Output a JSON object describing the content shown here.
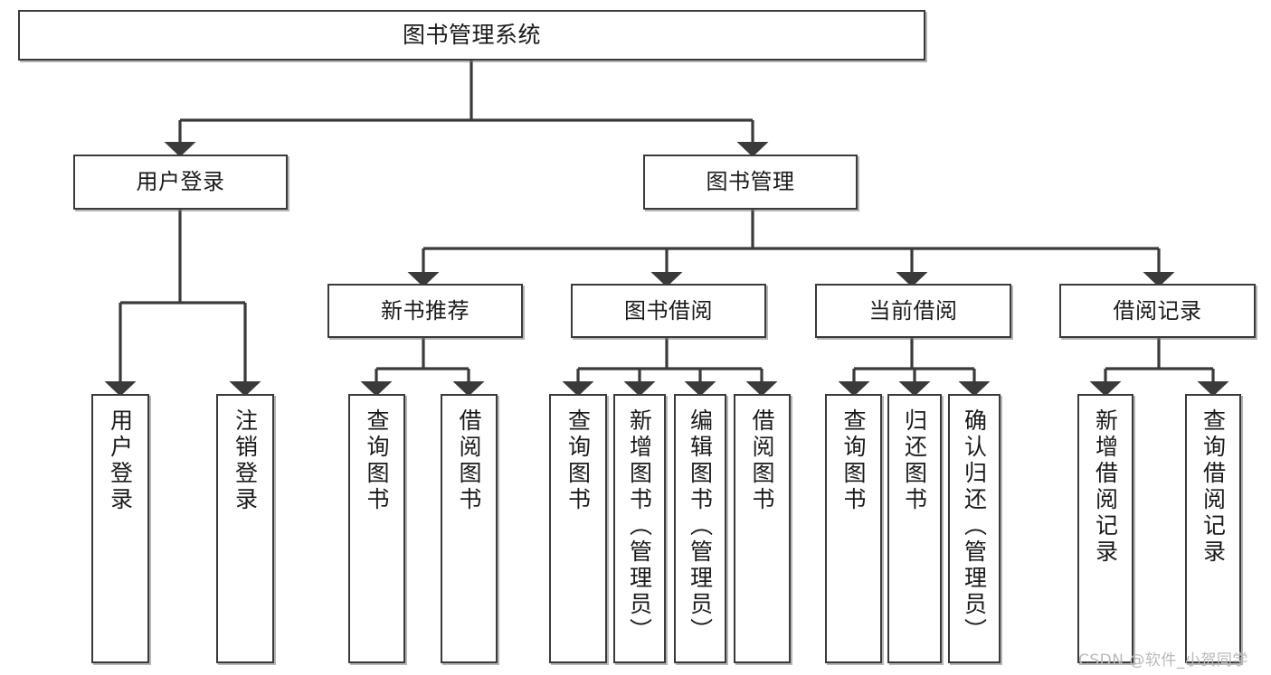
{
  "diagram": {
    "title": "图书管理系统",
    "type": "hierarchy-tree",
    "orientation": "top-down",
    "levels": 4,
    "colors": {
      "box_stroke": "#3a3a3a",
      "box_fill": "#ffffff",
      "edge": "#3a3a3a",
      "background": "#ffffff",
      "watermark": "#b9b9b9"
    }
  },
  "watermark": {
    "text": "CSDN @软件_小贺同学"
  },
  "nodes": {
    "root": {
      "label": "图书管理系统"
    },
    "level2": [
      {
        "id": "user-login",
        "label": "用户登录"
      },
      {
        "id": "book-manage",
        "label": "图书管理"
      }
    ],
    "level3": [
      {
        "id": "new-book-recommend",
        "label": "新书推荐"
      },
      {
        "id": "book-borrow",
        "label": "图书借阅"
      },
      {
        "id": "current-borrow",
        "label": "当前借阅"
      },
      {
        "id": "borrow-record",
        "label": "借阅记录"
      }
    ],
    "leaves": [
      {
        "id": "leaf-user-login",
        "label": "用户登录",
        "parent": "user-login"
      },
      {
        "id": "leaf-user-logout",
        "label": "注销登录",
        "parent": "user-login"
      },
      {
        "id": "leaf-query-book-1",
        "label": "查询图书",
        "parent": "new-book-recommend"
      },
      {
        "id": "leaf-borrow-book-1",
        "label": "借阅图书",
        "parent": "new-book-recommend"
      },
      {
        "id": "leaf-query-book-2",
        "label": "查询图书",
        "parent": "book-borrow"
      },
      {
        "id": "leaf-add-book",
        "label": "新增图书（管理员）",
        "parent": "book-borrow"
      },
      {
        "id": "leaf-edit-book",
        "label": "编辑图书（管理员）",
        "parent": "book-borrow"
      },
      {
        "id": "leaf-borrow-book-2",
        "label": "借阅图书",
        "parent": "book-borrow"
      },
      {
        "id": "leaf-query-book-3",
        "label": "查询图书",
        "parent": "current-borrow"
      },
      {
        "id": "leaf-return-book",
        "label": "归还图书",
        "parent": "current-borrow"
      },
      {
        "id": "leaf-confirm-return",
        "label": "确认归还（管理员）",
        "parent": "current-borrow"
      },
      {
        "id": "leaf-add-record",
        "label": "新增借阅记录",
        "parent": "borrow-record"
      },
      {
        "id": "leaf-query-record",
        "label": "查询借阅记录",
        "parent": "borrow-record"
      }
    ]
  }
}
